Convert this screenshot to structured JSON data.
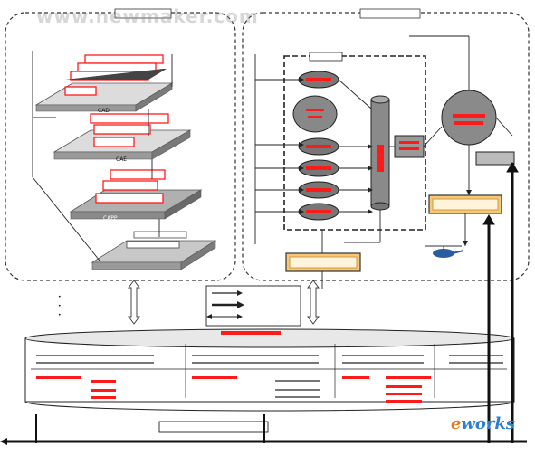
{
  "header": {
    "watermark": "www.newmaker.com",
    "logo_prefix": "e",
    "logo_main": "works"
  },
  "left_panel": {
    "layers": [
      {
        "label": "CAD"
      },
      {
        "label": "CAE"
      },
      {
        "label": "CAPP"
      }
    ]
  },
  "legend": {},
  "colors": {
    "red_box": "#ff1a1a",
    "gray_slab": "#c8c8c8",
    "orange_box": "#f5c87a",
    "dashed_line": "#333333"
  },
  "icons": {
    "helicopter": "helicopter-icon",
    "double_arrow": "double-arrow-icon"
  }
}
